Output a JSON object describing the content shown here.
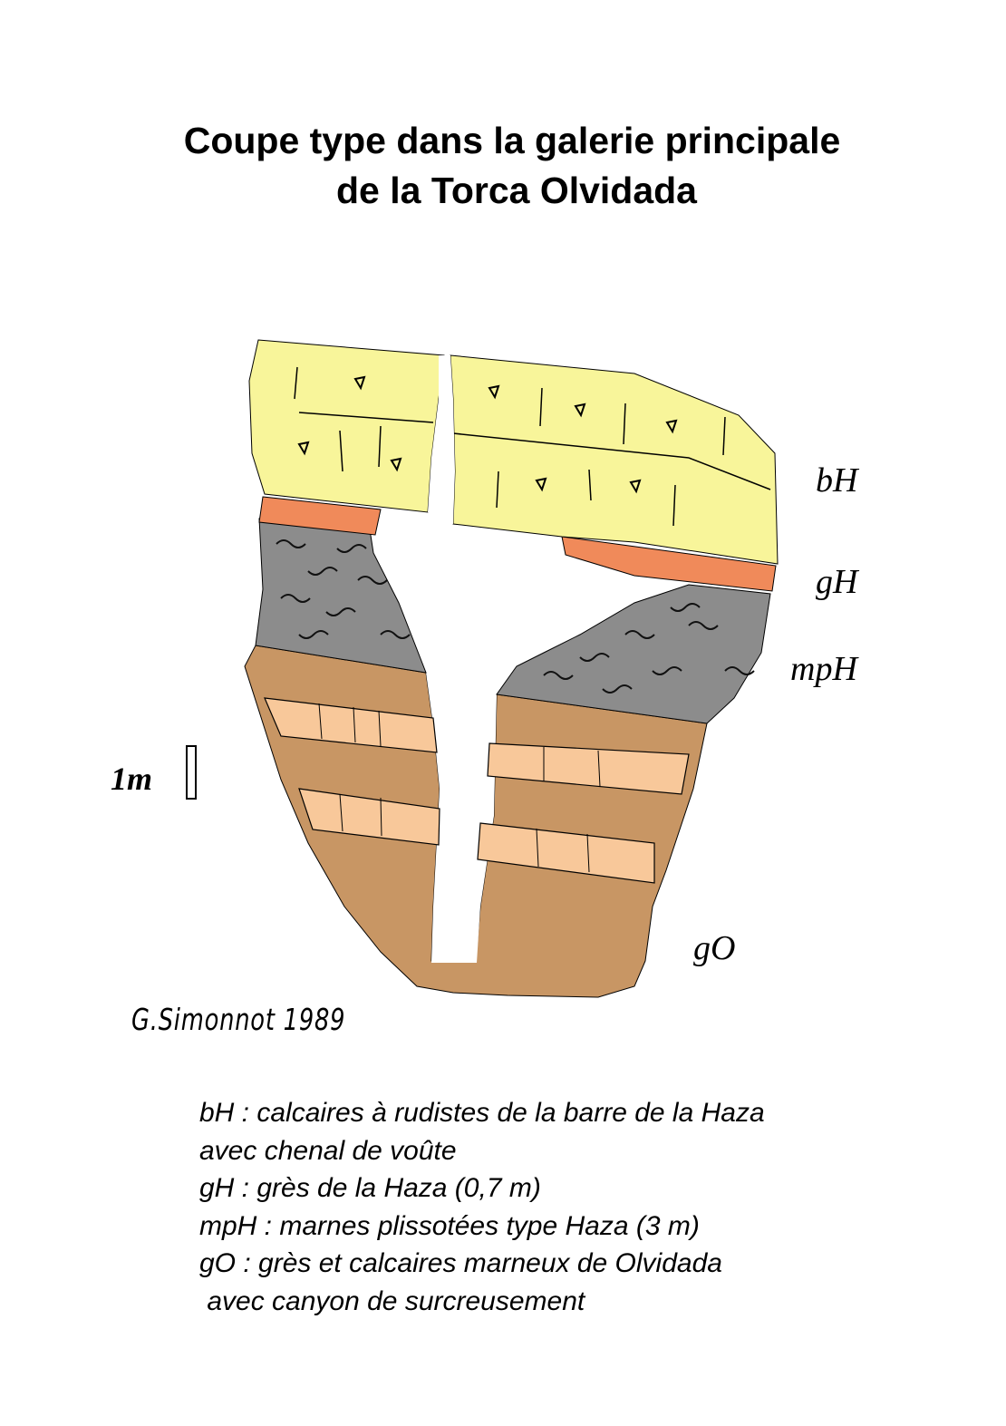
{
  "title": {
    "line1": "Coupe type dans la galerie principale",
    "line2": "de la Torca Olvidada"
  },
  "layers": [
    {
      "code": "bH",
      "color": "#f8f59a"
    },
    {
      "code": "gH",
      "color": "#f08a5a"
    },
    {
      "code": "mpH",
      "color": "#8c8c8c"
    },
    {
      "code": "gO",
      "color": "#c89664"
    }
  ],
  "sandstone_band_color": "#f8c89a",
  "scale": {
    "label": "1m"
  },
  "signature": "G.Simonnot 1989",
  "legend": [
    "bH : calcaires à rudistes de la barre de la Haza",
    "avec chenal de voûte",
    "gH : grès de la Haza (0,7 m)",
    "mpH : marnes plissotées type Haza (3 m)",
    "gO : grès et calcaires marneux de Olvidada",
    " avec canyon de surcreusement"
  ]
}
